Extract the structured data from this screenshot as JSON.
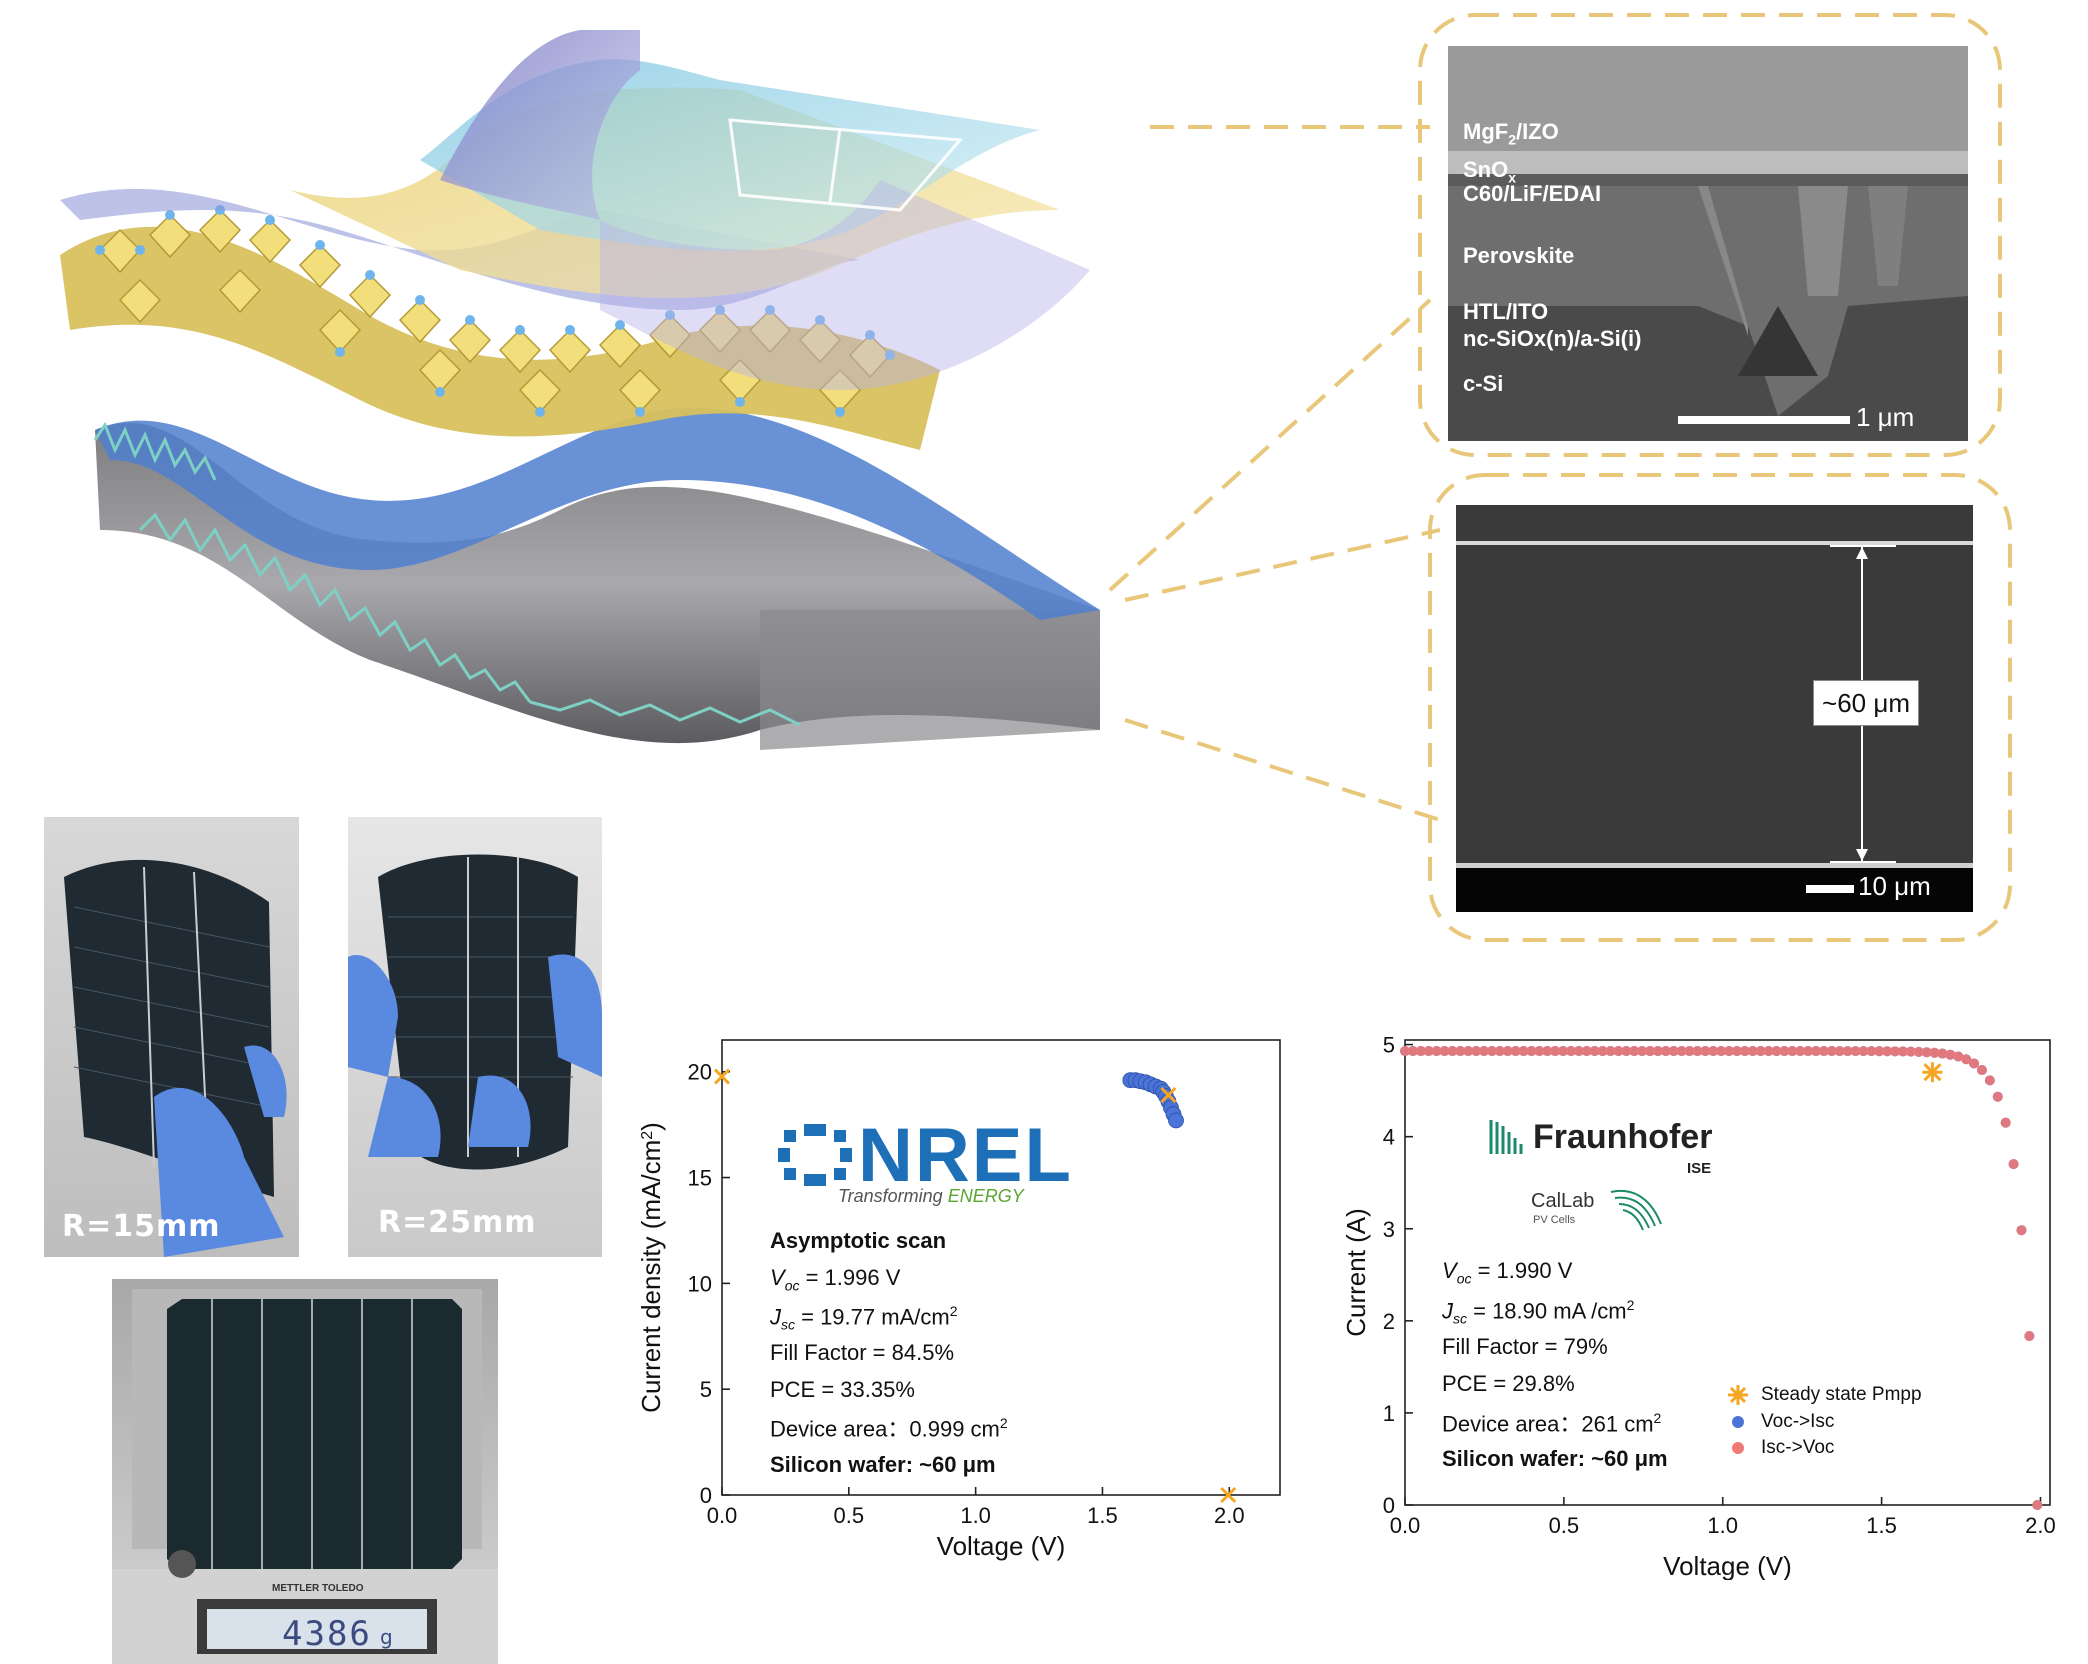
{
  "sem_top": {
    "layers": [
      "MgF2/IZO",
      "SnOx",
      "C60/LiF/EDAI",
      "Perovskite",
      "HTL/ITO",
      "nc-SiOx(n)/a-Si(i)",
      "c-Si"
    ],
    "scale_bar": "1 μm"
  },
  "sem_bottom": {
    "thickness_label": "~60 μm",
    "scale_bar": "10 μm"
  },
  "photos": {
    "bend_1_label": "R=15mm",
    "bend_2_label": "R=25mm",
    "scale_readout": "4386",
    "scale_unit": "g",
    "scale_brand": "METTLER TOLEDO"
  },
  "colors": {
    "marker_blue": "#4a74d8",
    "marker_red": "#f07a76",
    "star_orange": "#f6a623",
    "dash_gold": "#e8c77a",
    "nrel_blue": "#1d6fb8",
    "nrel_green": "#5aa532",
    "fraunhofer_green": "#1c8a6a"
  },
  "chart_left": {
    "logo_text": "NREL",
    "logo_tagline_1": "Transforming",
    "logo_tagline_2": "ENERGY",
    "title": "Asymptotic scan",
    "voc_value": " = 1.996 V",
    "jsc_value": " = 19.77 mA/cm",
    "fill_factor": "Fill Factor = 84.5%",
    "pce": "PCE = 33.35%",
    "device_area": "Device area：0.999 cm",
    "wafer": "Silicon wafer:  ~60 μm"
  },
  "chart_right": {
    "logo_text": "Fraunhofer",
    "logo_sub": "ISE",
    "calab_text": "CalLab",
    "calab_sub": "PV Cells",
    "voc_value": " = 1.990 V",
    "jsc_value": " = 18.90 mA /cm",
    "fill_factor": "Fill Factor = 79%",
    "pce": "PCE = 29.8%",
    "device_area": "Device area：261 cm",
    "wafer": "Silicon wafer:  ~60 μm",
    "legend": [
      "Steady state Pmpp",
      "Voc->Isc",
      "Isc->Voc"
    ]
  },
  "chart_data": [
    {
      "type": "scatter",
      "title": "",
      "xlabel": "Voltage (V)",
      "ylabel": "Current density (mA/cm2)",
      "xlim": [
        0.0,
        2.2
      ],
      "ylim": [
        0,
        21.5
      ],
      "xticks": [
        "0.0",
        "0.5",
        "1.0",
        "1.5",
        "2.0"
      ],
      "yticks": [
        "0",
        "5",
        "10",
        "15",
        "20"
      ],
      "series": [
        {
          "points": [
            [
              1.61,
              19.6
            ],
            [
              1.63,
              19.6
            ],
            [
              1.65,
              19.55
            ],
            [
              1.67,
              19.5
            ],
            [
              1.69,
              19.4
            ],
            [
              1.71,
              19.3
            ],
            [
              1.73,
              19.2
            ],
            [
              1.74,
              19.05
            ],
            [
              1.75,
              18.85
            ],
            [
              1.76,
              18.6
            ],
            [
              1.77,
              18.3
            ],
            [
              1.78,
              18.0
            ],
            [
              1.79,
              17.7
            ]
          ]
        },
        {
          "points": [
            [
              0.0,
              19.77
            ],
            [
              1.76,
              18.9
            ],
            [
              1.996,
              0.0
            ]
          ]
        }
      ]
    },
    {
      "type": "scatter",
      "title": "",
      "xlabel": "Voltage (V)",
      "ylabel": "Current (A)",
      "xlim": [
        0.0,
        2.03
      ],
      "ylim": [
        0,
        5.05
      ],
      "xticks": [
        "0.0",
        "0.5",
        "1.0",
        "1.5",
        "2.0"
      ],
      "yticks": [
        "0",
        "1",
        "2",
        "3",
        "4",
        "5"
      ],
      "legend_position": "bottom-right",
      "voc": 1.99,
      "isc": 4.93,
      "series": [
        {
          "name": "Steady state Pmpp",
          "points": [
            [
              1.66,
              4.7
            ]
          ]
        },
        {
          "name": "Voc->Isc"
        },
        {
          "name": "Isc->Voc"
        }
      ]
    }
  ]
}
